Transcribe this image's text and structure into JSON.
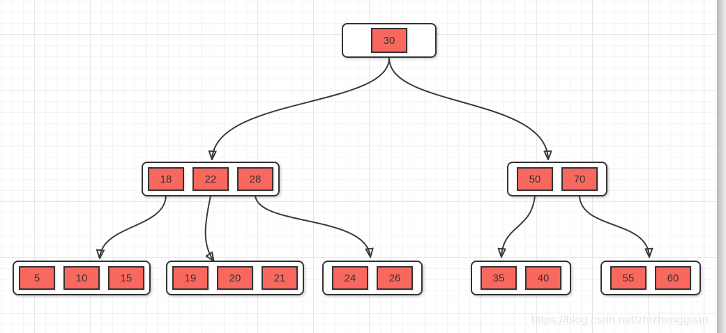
{
  "diagram": {
    "type": "b-tree",
    "nodes": [
      {
        "id": "root",
        "keys": [
          "30"
        ]
      },
      {
        "id": "internal-left",
        "keys": [
          "18",
          "22",
          "28"
        ]
      },
      {
        "id": "internal-right",
        "keys": [
          "50",
          "70"
        ]
      },
      {
        "id": "leaf-1",
        "keys": [
          "5",
          "10",
          "15"
        ]
      },
      {
        "id": "leaf-2",
        "keys": [
          "19",
          "20",
          "21"
        ]
      },
      {
        "id": "leaf-3",
        "keys": [
          "24",
          "26"
        ]
      },
      {
        "id": "leaf-4",
        "keys": [
          "35",
          "40"
        ]
      },
      {
        "id": "leaf-5",
        "keys": [
          "55",
          "60"
        ]
      }
    ],
    "edges": [
      {
        "from": "root",
        "to": "internal-left"
      },
      {
        "from": "root",
        "to": "internal-right"
      },
      {
        "from": "internal-left.18",
        "to": "leaf-1"
      },
      {
        "from": "internal-left.22",
        "to": "leaf-2"
      },
      {
        "from": "internal-left.28",
        "to": "leaf-3"
      },
      {
        "from": "internal-right.50",
        "to": "leaf-4"
      },
      {
        "from": "internal-right.70",
        "to": "leaf-5"
      }
    ],
    "colors": {
      "key_fill": "#f9685f",
      "key_border": "#333333",
      "node_fill": "#ffffff",
      "node_border": "#333333",
      "edge": "#3b3b3b",
      "text": "#333333",
      "grid_minor": "#f4f4f4",
      "grid_major": "#e7e7e7"
    }
  },
  "watermark": {
    "text": "https://blog.csdn.net/zhizhengguan"
  }
}
